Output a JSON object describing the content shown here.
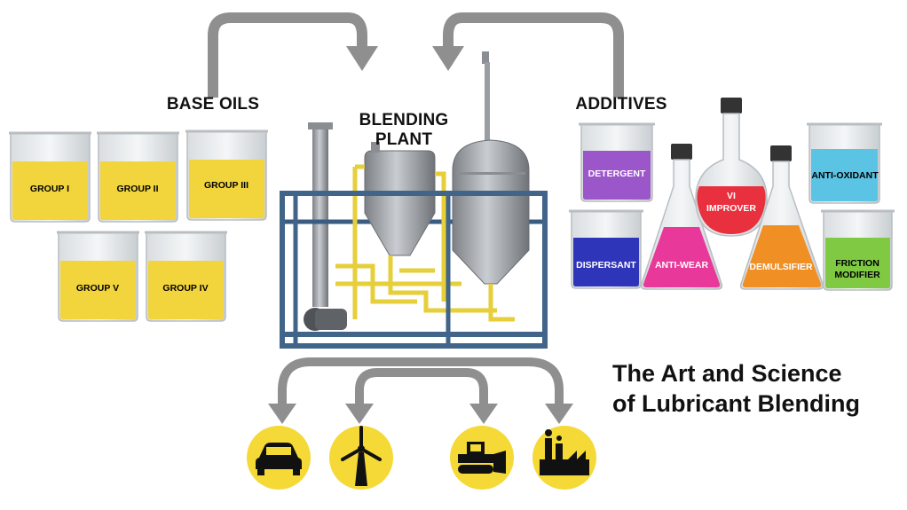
{
  "headings": {
    "base_oils": "BASE OILS",
    "blending_plant_line1": "BLENDING",
    "blending_plant_line2": "PLANT",
    "additives": "ADDITIVES"
  },
  "base_oils": [
    "GROUP I",
    "GROUP II",
    "GROUP III",
    "GROUP V",
    "GROUP IV"
  ],
  "additives": {
    "detergent": "DETERGENT",
    "vi_line1": "VI",
    "vi_line2": "IMPROVER",
    "anti_oxidant": "ANTI-OXIDANT",
    "dispersant": "DISPERSANT",
    "anti_wear": "ANTI-WEAR",
    "demulsifier": "DEMULSIFIER",
    "friction_line1": "FRICTION",
    "friction_line2": "MODIFIER"
  },
  "title": {
    "line1": "The Art and Science",
    "line2": "of Lubricant Blending"
  },
  "applications": [
    "car-icon",
    "wind-turbine-icon",
    "bulldozer-icon",
    "factory-icon"
  ],
  "colors": {
    "base_oil": "#f2d53c",
    "detergent": "#9b57c9",
    "vi_improver": "#e8303e",
    "anti_oxidant": "#5bc3e3",
    "dispersant": "#2f35b8",
    "anti_wear": "#e8399a",
    "demulsifier": "#ef8f24",
    "friction_modifier": "#7fc943",
    "frame": "#40648a",
    "pipes": "#e6cf3a",
    "app_circle": "#f5d936",
    "arrow": "#8f8f8f"
  }
}
